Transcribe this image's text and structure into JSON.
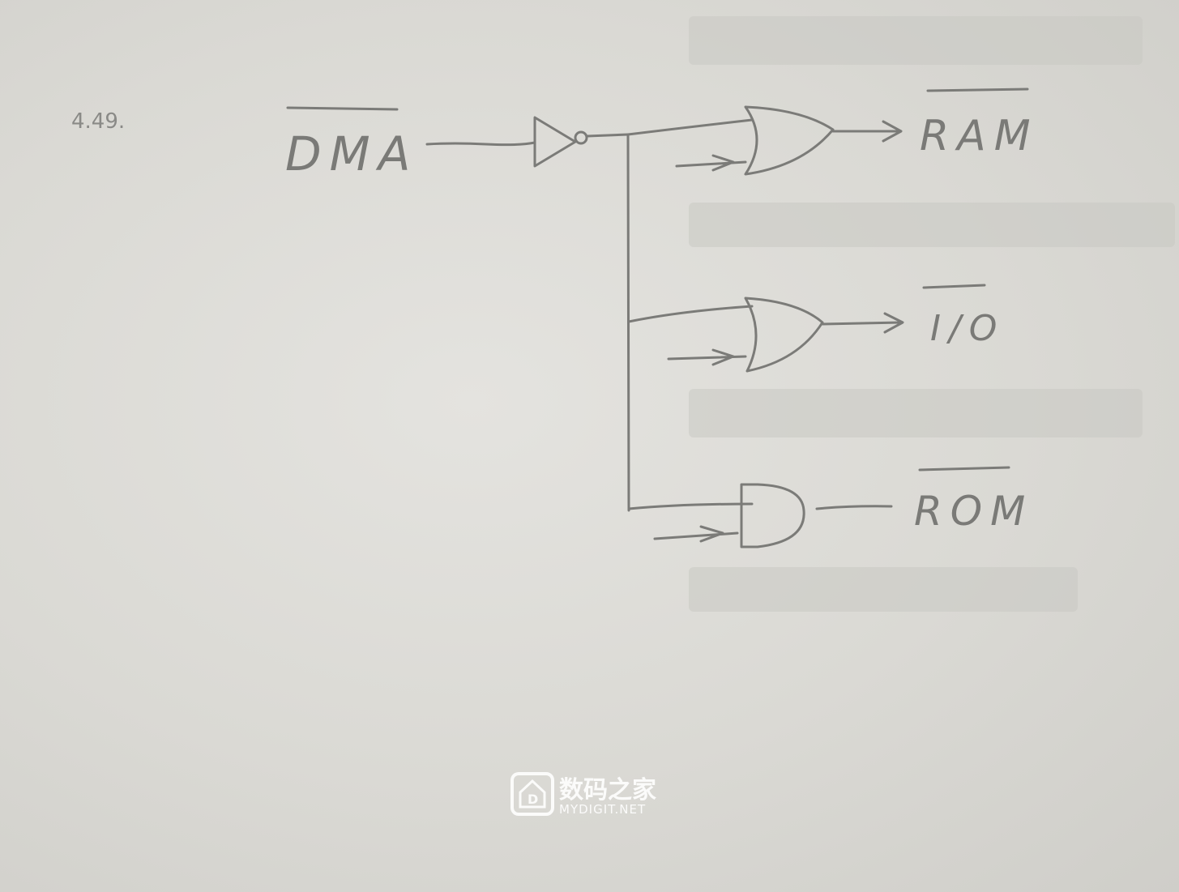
{
  "problem_number": "4.49.",
  "signals": {
    "input": "DMA",
    "outputs": [
      "RAM",
      "I/O",
      "ROM"
    ]
  },
  "watermark": {
    "title": "数码之家",
    "subtitle": "MYDIGIT.NET",
    "icon": "house-d-icon"
  }
}
